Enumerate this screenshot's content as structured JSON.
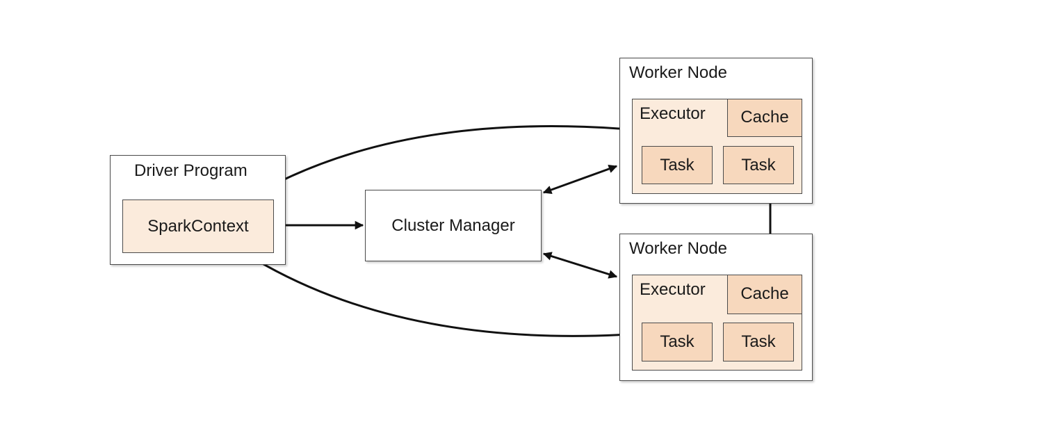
{
  "driver": {
    "title": "Driver Program",
    "context": "SparkContext"
  },
  "cluster_manager": {
    "label": "Cluster Manager"
  },
  "workers": [
    {
      "title": "Worker Node",
      "executor": "Executor",
      "cache": "Cache",
      "tasks": [
        "Task",
        "Task"
      ]
    },
    {
      "title": "Worker Node",
      "executor": "Executor",
      "cache": "Cache",
      "tasks": [
        "Task",
        "Task"
      ]
    }
  ],
  "colors": {
    "outline": "#4a4a4a",
    "arrow": "#111111",
    "executor_fill": "#fbebdc",
    "task_fill": "#f7d8bd"
  }
}
